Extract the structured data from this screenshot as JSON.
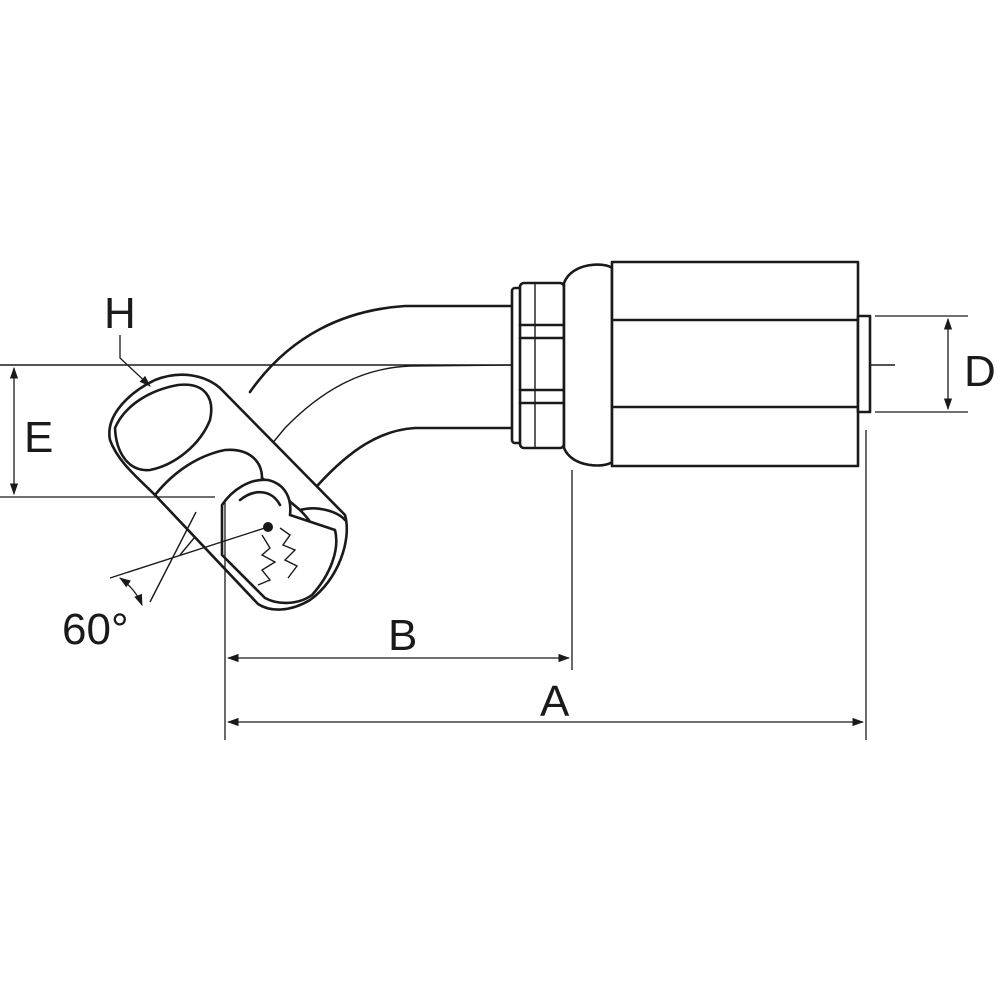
{
  "labels": {
    "a": "A",
    "b": "B",
    "d": "D",
    "e": "E",
    "h": "H",
    "angle": "60°"
  },
  "colors": {
    "line": "#1a1a1a",
    "background": "#ffffff"
  }
}
